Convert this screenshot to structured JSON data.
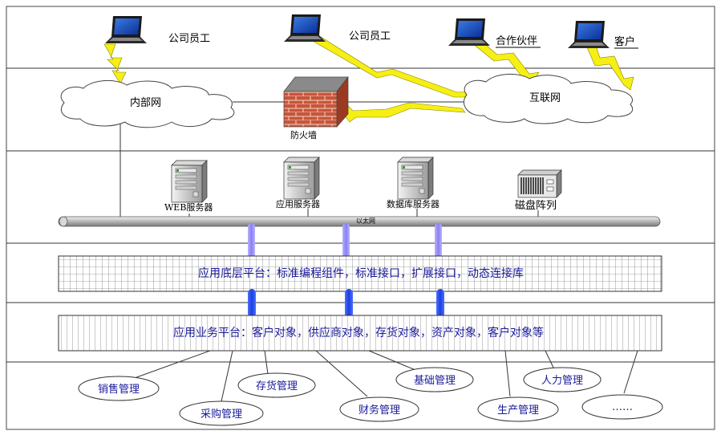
{
  "users": {
    "employee_1": "公司员工",
    "employee_2": "公司员工",
    "partner": "合作伙伴",
    "customer": "客户"
  },
  "network": {
    "intranet": "内部网",
    "internet": "互联网",
    "firewall": "防火墙",
    "ethernet": "以太网"
  },
  "servers": {
    "web": "WEB服务器",
    "app": "应用服务器",
    "db": "数据库服务器",
    "disk": "磁盘阵列"
  },
  "platforms": {
    "base": "应用底层平台：标准编程组件，标准接口，扩展接口，动态连接库",
    "business": "应用业务平台：客户对象，供应商对象，存货对象，资产对象，客户对象等"
  },
  "modules": {
    "sales": "销售管理",
    "purchase": "采购管理",
    "inventory": "存货管理",
    "finance": "财务管理",
    "basic": "基础管理",
    "production": "生产管理",
    "hr": "人力管理",
    "more": "……"
  }
}
